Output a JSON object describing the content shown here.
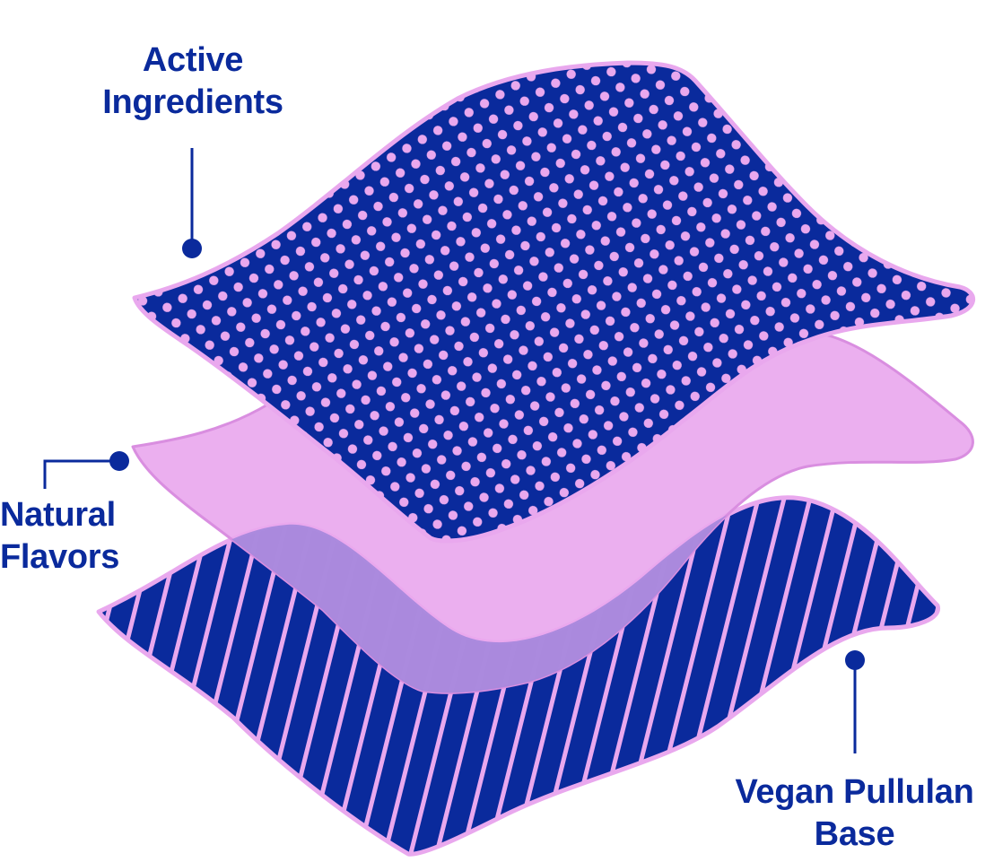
{
  "labels": {
    "active": {
      "line1": "Active",
      "line2": "Ingredients"
    },
    "natural": {
      "line1": "Natural",
      "line2": "Flavors"
    },
    "vegan": {
      "line1": "Vegan Pullulan",
      "line2": "Base"
    }
  },
  "colors": {
    "navy": "#0a2a9c",
    "pink": "#e9a8ee",
    "pink_outline": "#d98ee0",
    "overlap": "#a888dc"
  }
}
